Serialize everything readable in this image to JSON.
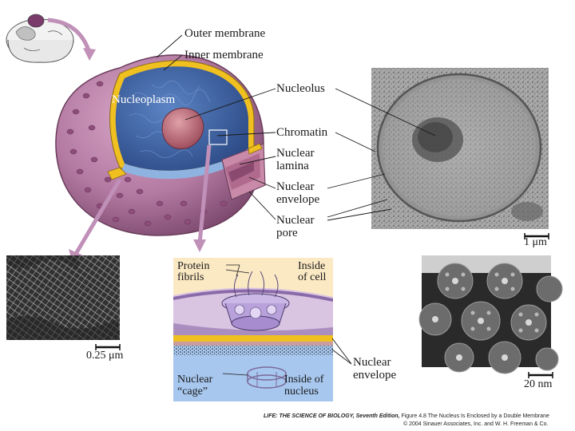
{
  "labels": {
    "outer_membrane": "Outer membrane",
    "inner_membrane": "Inner membrane",
    "nucleoplasm": "Nucleoplasm",
    "nucleolus": "Nucleolus",
    "chromatin": "Chromatin",
    "nuclear_lamina_1": "Nuclear",
    "nuclear_lamina_2": "lamina",
    "nuclear_envelope_1": "Nuclear",
    "nuclear_envelope_2": "envelope",
    "nuclear_pore_1": "Nuclear",
    "nuclear_pore_2": "pore"
  },
  "inset": {
    "protein_fibrils_1": "Protein",
    "protein_fibrils_2": "fibrils",
    "inside_cell_1": "Inside",
    "inside_cell_2": "of cell",
    "nuclear_cage_1": "Nuclear",
    "nuclear_cage_2": "“cage”",
    "inside_nucleus_1": "Inside of",
    "inside_nucleus_2": "nucleus",
    "nuclear_envelope_1": "Nuclear",
    "nuclear_envelope_2": "envelope"
  },
  "scale_bars": {
    "tem_nucleus": "1 μm",
    "lamina_micrograph": "0.25 μm",
    "pore_micrograph": "20 nm"
  },
  "credit": {
    "line1_title": "LIFE: THE SCIENCE OF BIOLOGY, Seventh Edition,",
    "line1_rest": "Figure 4.8 The Nucleus Is Enclosed by a Double Membrane",
    "line2": "© 2004 Sinauer Associates, Inc. and W. H. Freeman & Co."
  },
  "colors": {
    "membrane_purple": "#b47aa2",
    "nucleoplasm_blue": "#3b5f9e",
    "membrane_yellow": "#f0c020",
    "nucleolus_red": "#b85a6a",
    "leader_lines": "#1a1a1a"
  }
}
